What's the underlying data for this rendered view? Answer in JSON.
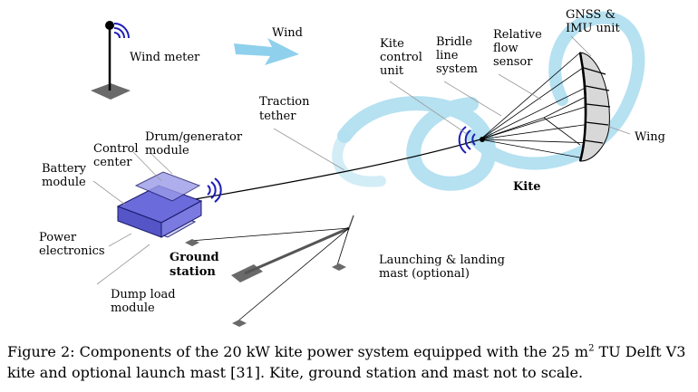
{
  "labels": {
    "wind_meter": "Wind meter",
    "wind": "Wind",
    "traction_tether": [
      "Traction",
      "tether"
    ],
    "kite_control_unit": [
      "Kite",
      "control",
      "unit"
    ],
    "bridle_line_system": [
      "Bridle",
      "line",
      "system"
    ],
    "relative_flow_sensor": [
      "Relative",
      "flow",
      "sensor"
    ],
    "gnss_imu_unit": [
      "GNSS &",
      "IMU unit"
    ],
    "wing": "Wing",
    "kite": "Kite",
    "control_center": [
      "Control",
      "center"
    ],
    "drum_generator_module": [
      "Drum/generator",
      "module"
    ],
    "battery_module": [
      "Battery",
      "module"
    ],
    "power_electronics": [
      "Power",
      "electronics"
    ],
    "ground_station": [
      "Ground",
      "station"
    ],
    "dump_load_module": [
      "Dump load",
      "module"
    ],
    "launching_landing_mast": [
      "Launching & landing",
      "mast (optional)"
    ]
  },
  "caption": {
    "part1": "Figure 2: Components of the 20 kW kite power system equipped with the 25 m",
    "superscript": "2",
    "part2": " TU Delft V3 kite and optional launch mast [31]. Kite, ground station and mast not to scale."
  },
  "colors": {
    "signal_waves": "#1d1db8",
    "flight_path": "#a9dcef",
    "wind_arrow": "#8fd0ec",
    "ground_station": "#6b6bdc",
    "ground_plates": "#6a6a6a"
  }
}
